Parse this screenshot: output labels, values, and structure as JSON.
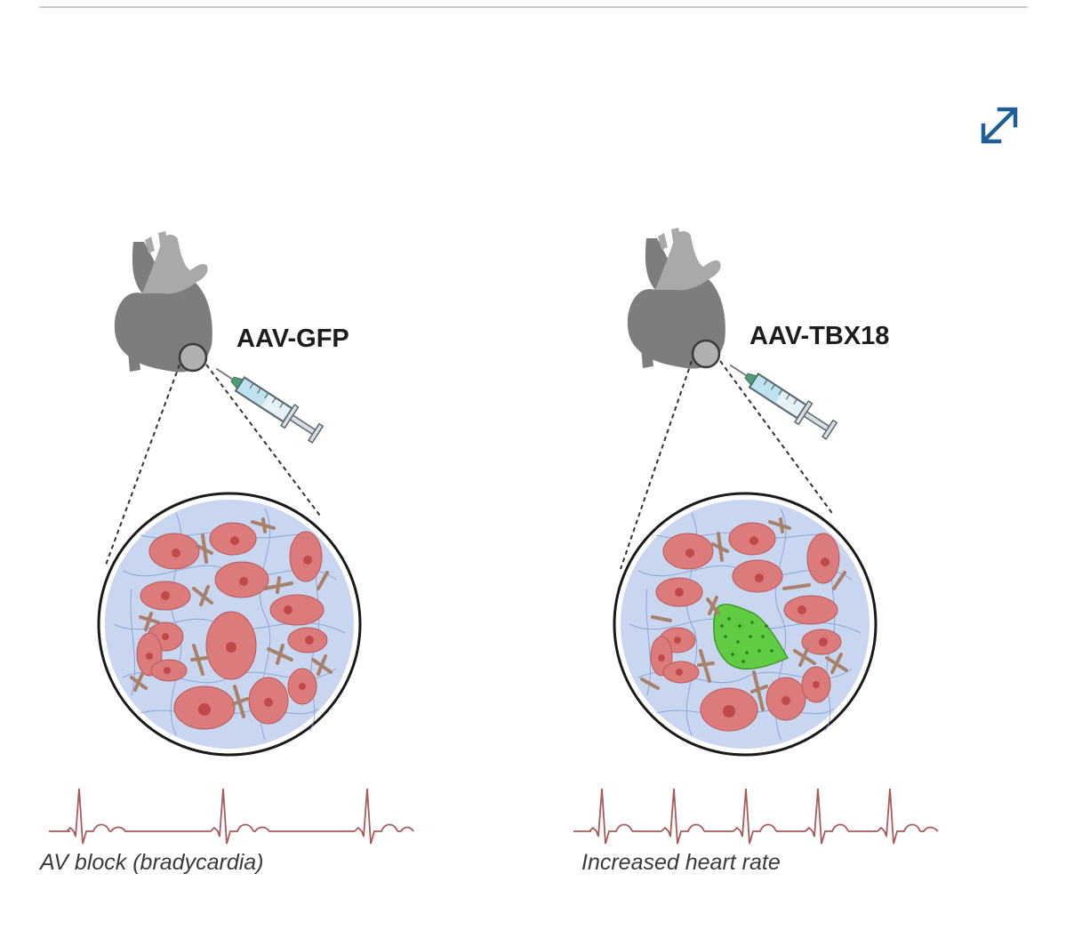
{
  "toolbar": {
    "expand_icon": "expand-arrows-icon",
    "expand_color": "#1f5f95"
  },
  "figure": {
    "panels": [
      {
        "treatment_label": "AAV-GFP",
        "outcome_label": "AV block (bradycardia)",
        "green_cell": false,
        "beats_shown": 3
      },
      {
        "treatment_label": "AAV-TBX18",
        "outcome_label": "Increased heart rate",
        "green_cell": true,
        "beats_shown": 5
      }
    ],
    "colors": {
      "heart": "#7d7d7d",
      "heart_vessels": "#a9a9a9",
      "cardiomyocyte": "#db7b7b",
      "nucleus": "#c0484a",
      "fibroblast": "#a98069",
      "matrix": "#c9d6ef",
      "transduced_cell": "#5fcc44",
      "ecg_trace": "#a85a5a"
    }
  }
}
